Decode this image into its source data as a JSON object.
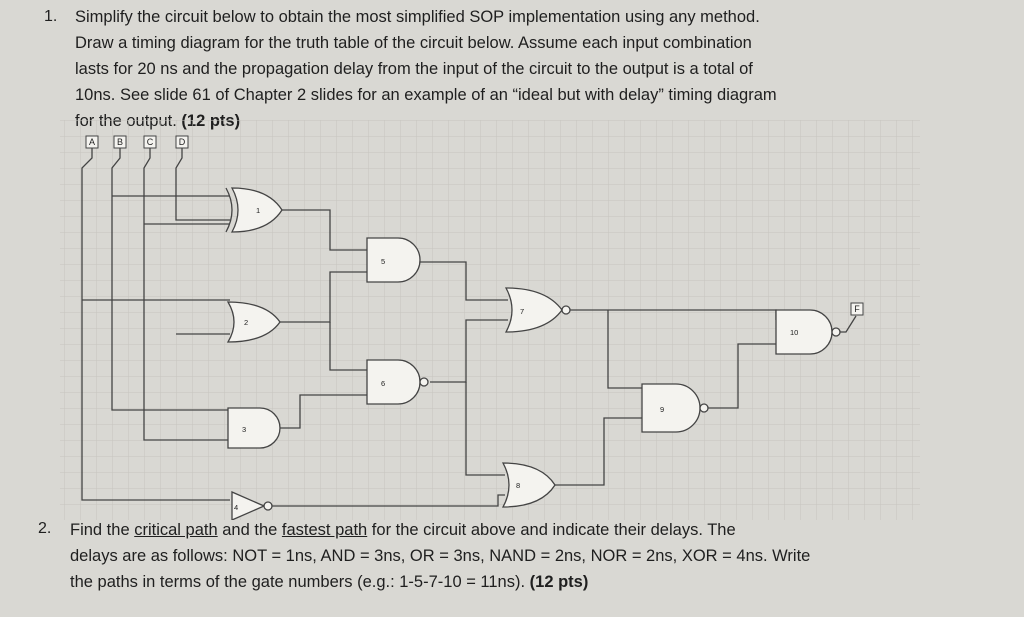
{
  "question1": {
    "number": "1.",
    "lines": [
      "Simplify the circuit below to obtain the most simplified SOP implementation using any method.",
      "Draw a timing diagram for the truth table of the circuit below. Assume each input combination",
      "lasts for 20 ns and the propagation delay from the input of the circuit to the output is a total of",
      "10ns. See slide 61 of Chapter 2 slides for an example of an “ideal but with delay” timing diagram"
    ],
    "last_line_text": "for the output. ",
    "points": "(12 pts)"
  },
  "circuit": {
    "inputs": [
      "A",
      "B",
      "C",
      "D"
    ],
    "output": "F",
    "gates": [
      {
        "id": "1",
        "type": "XOR"
      },
      {
        "id": "2",
        "type": "OR"
      },
      {
        "id": "3",
        "type": "AND"
      },
      {
        "id": "4",
        "type": "NOT"
      },
      {
        "id": "5",
        "type": "AND"
      },
      {
        "id": "6",
        "type": "NAND"
      },
      {
        "id": "7",
        "type": "NOR"
      },
      {
        "id": "8",
        "type": "OR"
      },
      {
        "id": "9",
        "type": "NAND"
      },
      {
        "id": "10",
        "type": "NAND"
      }
    ]
  },
  "question2": {
    "number": "2.",
    "line1_pre": "Find the ",
    "critical_path": "critical path",
    "line1_mid": " and the ",
    "fastest_path": "fastest path",
    "line1_post": " for the circuit above and indicate their delays. The",
    "line2": "delays are as follows: NOT = 1ns, AND = 3ns, OR = 3ns, NAND = 2ns, NOR = 2ns, XOR = 4ns. Write",
    "line3_pre": "the paths in terms of the gate numbers (e.g.: 1-5-7-10 = 11ns). ",
    "points": "(12 pts)"
  },
  "colors": {
    "background": "#d9d8d3",
    "grid": "#c6c5bf",
    "wire": "#444444"
  }
}
